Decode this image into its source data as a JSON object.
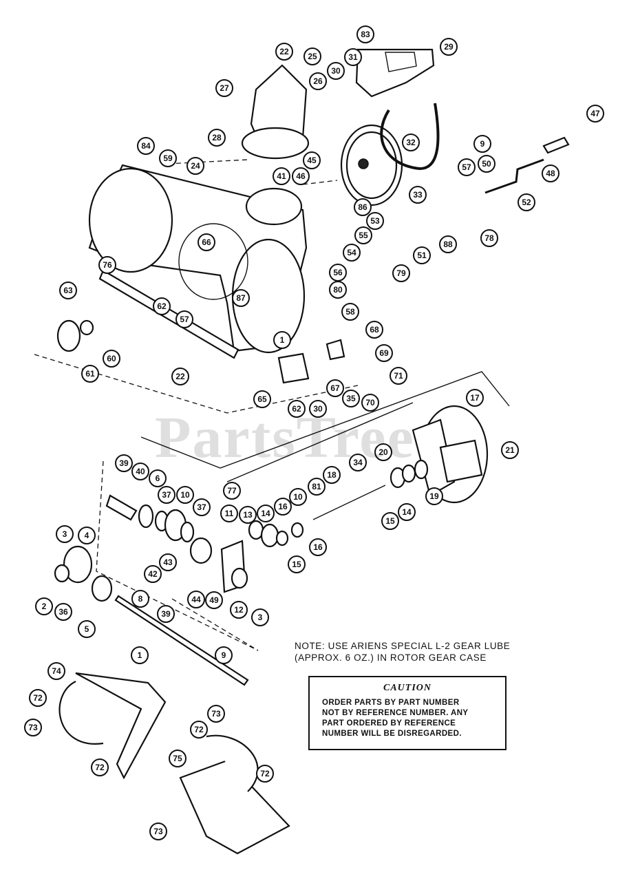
{
  "watermark": "PartsTree",
  "note": {
    "line1": "NOTE: USE ARIENS SPECIAL L-2 GEAR LUBE",
    "line2": "(APPROX. 6 OZ.) IN ROTOR GEAR CASE"
  },
  "caution": {
    "title": "CAUTION",
    "line1": "ORDER PARTS BY PART NUMBER",
    "line2": "NOT BY REFERENCE NUMBER.  ANY",
    "line3": "PART ORDERED BY REFERENCE",
    "line4": "NUMBER WILL BE DISREGARDED."
  },
  "callouts": [
    "83",
    "29",
    "22",
    "25",
    "31",
    "30",
    "26",
    "27",
    "28",
    "32",
    "9",
    "47",
    "84",
    "59",
    "24",
    "45",
    "57",
    "50",
    "41",
    "46",
    "48",
    "33",
    "52",
    "86",
    "53",
    "66",
    "55",
    "78",
    "88",
    "51",
    "54",
    "56",
    "76",
    "80",
    "79",
    "63",
    "62",
    "57",
    "87",
    "58",
    "68",
    "1",
    "60",
    "61",
    "22",
    "69",
    "71",
    "65",
    "67",
    "35",
    "70",
    "62",
    "30",
    "17",
    "21",
    "20",
    "34",
    "39",
    "40",
    "6",
    "18",
    "37",
    "10",
    "37",
    "81",
    "10",
    "19",
    "77",
    "11",
    "16",
    "14",
    "15",
    "13",
    "14",
    "3",
    "4",
    "43",
    "16",
    "15",
    "42",
    "2",
    "36",
    "44",
    "49",
    "12",
    "3",
    "8",
    "5",
    "39",
    "1",
    "9",
    "74",
    "72",
    "73",
    "72",
    "73",
    "72",
    "75",
    "72",
    "73"
  ]
}
